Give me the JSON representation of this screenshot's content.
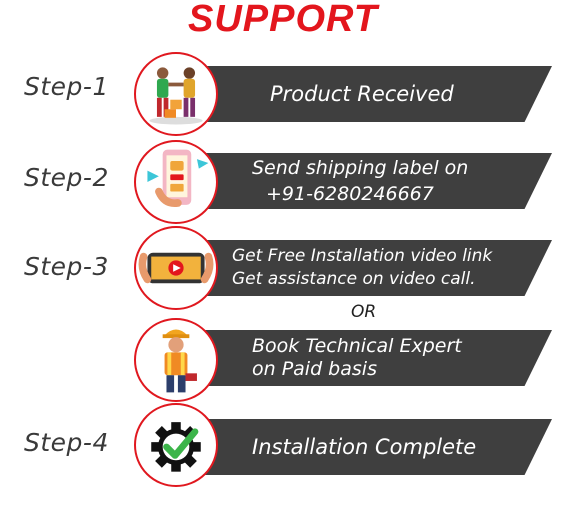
{
  "title": "SUPPORT",
  "steps": [
    {
      "label": "Step-1",
      "icon": "handshake-delivery-icon",
      "lines": [
        "Product Received"
      ]
    },
    {
      "label": "Step-2",
      "icon": "phone-send-icon",
      "lines": [
        "Send shipping label on",
        "+91-6280246667"
      ]
    },
    {
      "label": "Step-3",
      "icon": "video-phone-icon",
      "lines": [
        "Get Free Installation video link",
        "Get assistance on video call."
      ]
    },
    {
      "label": "",
      "icon": "technician-icon",
      "lines": [
        "Book Technical Expert",
        "on Paid basis"
      ]
    },
    {
      "label": "Step-4",
      "icon": "gear-check-icon",
      "lines": [
        "Installation Complete"
      ]
    }
  ],
  "or_label": "OR",
  "colors": {
    "accent": "#e3161d",
    "banner": "#3f3f3f",
    "text": "#3a3a3a"
  }
}
